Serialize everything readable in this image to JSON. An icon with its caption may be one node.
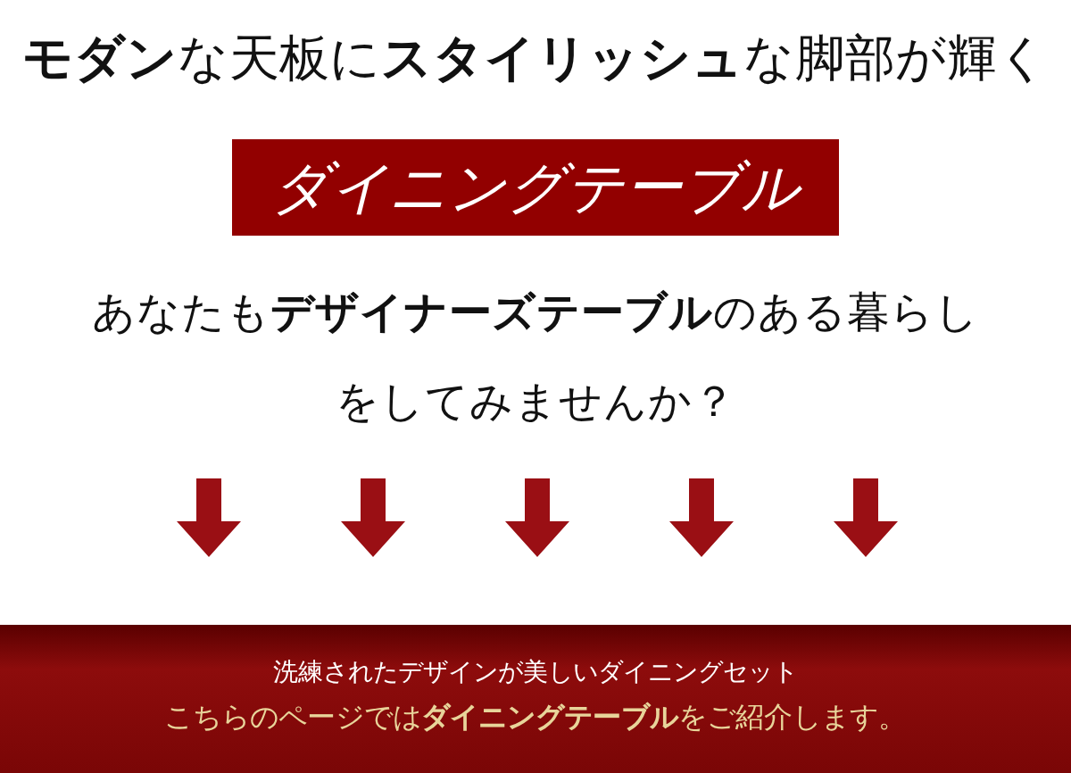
{
  "diagram": {
    "nodes": [
      {
        "text": [
          "ダイニングテーブル"
        ]
      },
      {
        "text": [
          "洗練されたデザインが美しいダイニングセット",
          "こちらのページでは**ダイニングテーブル**をご紹介します。"
        ]
      }
    ],
    "edges": [],
    "labels": [
      "**モダン**な天板に**スタイリッシュ**な脚部が輝く",
      "あなたも**デザイナーズテーブル**のある暮らしをしてみませんか？"
    ]
  }
}
